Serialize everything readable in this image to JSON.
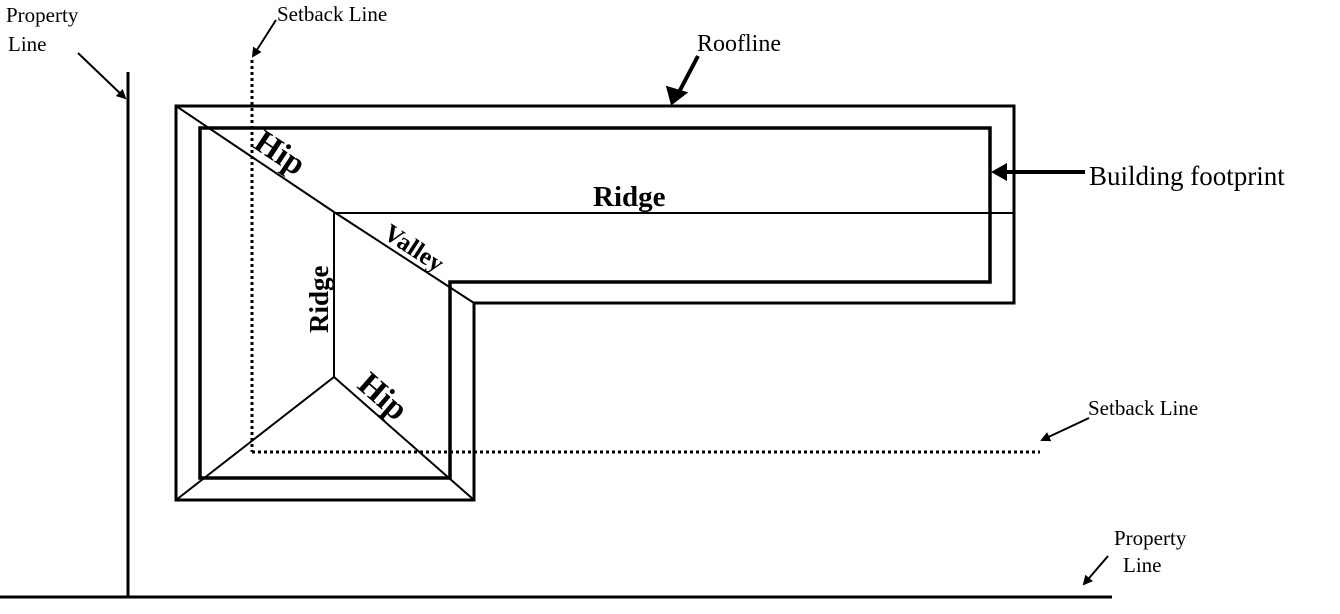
{
  "labels": {
    "property_line_left": [
      "Property",
      "Line"
    ],
    "setback_line_top": "Setback Line",
    "roofline": "Roofline",
    "building_footprint": "Building footprint",
    "setback_line_right": "Setback Line",
    "property_line_bottom": [
      "Property",
      "Line"
    ],
    "ridge_main": "Ridge",
    "ridge_vertical": "Ridge",
    "hip_top": "Hip",
    "hip_bottom": "Hip",
    "valley": "Valley"
  },
  "colors": {
    "line": "#000000",
    "background": "#ffffff"
  }
}
